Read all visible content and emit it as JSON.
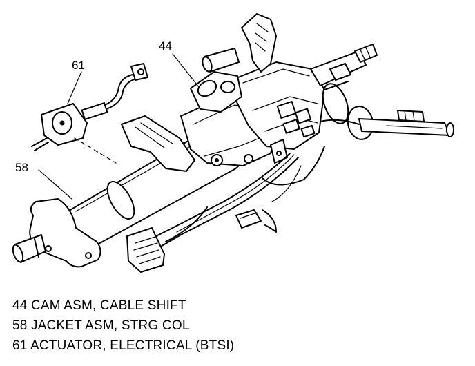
{
  "diagram": {
    "callouts": [
      {
        "id": "44",
        "label": "44"
      },
      {
        "id": "58",
        "label": "58"
      },
      {
        "id": "61",
        "label": "61"
      }
    ]
  },
  "legend": [
    {
      "text": "44 CAM ASM, CABLE SHIFT"
    },
    {
      "text": "58 JACKET ASM, STRG COL"
    },
    {
      "text": "61 ACTUATOR, ELECTRICAL (BTSI)"
    }
  ]
}
